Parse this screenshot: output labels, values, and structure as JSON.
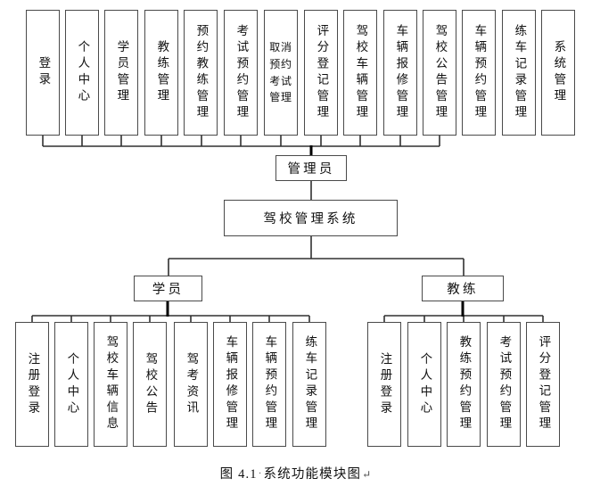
{
  "diagram": {
    "admin_modules": [
      "登录",
      "个人中心",
      "学员管理",
      "教练管理",
      "预约教练管理",
      "考试预约管理",
      "取消预约考试管理",
      "评分登记管理",
      "驾校车辆管理",
      "车辆报修管理",
      "驾校公告管理",
      "车辆预约管理",
      "练车记录管理",
      "系统管理"
    ],
    "admin_label": "管理员",
    "system_label": "驾校管理系统",
    "student_label": "学员",
    "student_modules": [
      "注册登录",
      "个人中心",
      "驾校车辆信息",
      "驾校公告",
      "驾考资讯",
      "车辆报修管理",
      "车辆预约管理",
      "练车记录管理"
    ],
    "coach_label": "教练",
    "coach_modules": [
      "注册登录",
      "个人中心",
      "教练预约管理",
      "考试预约管理",
      "评分登记管理"
    ]
  },
  "caption": {
    "figure_label": "图 4.1",
    "space_mark": "·",
    "title": "系统功能模块图",
    "paragraph_mark": "↵"
  },
  "colors": {
    "line": "#303030",
    "trunk_line": "#000000",
    "box_border": "#4a4a4a",
    "text": "#111111",
    "background": "#ffffff"
  }
}
